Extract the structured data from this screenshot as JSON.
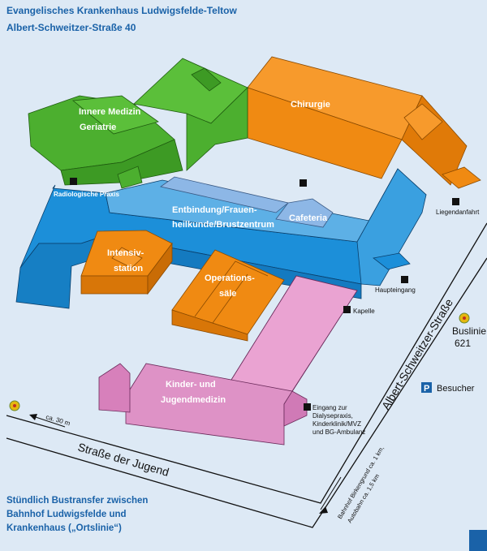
{
  "header": {
    "title": "Evangelisches Krankenhaus Ludwigsfelde-Teltow",
    "address": "Albert-Schweitzer-Straße 40"
  },
  "buildings": {
    "innere_medizin": [
      "Innere Medizin",
      "Geriatrie"
    ],
    "chirurgie": "Chirurgie",
    "entbindung": [
      "Entbindung/Frauen-",
      "heilkunde/Brustzentrum"
    ],
    "cafeteria": "Cafeteria",
    "intensiv": [
      "Intensiv-",
      "station"
    ],
    "operation": [
      "Operations-",
      "säle"
    ],
    "kinder": [
      "Kinder- und",
      "Jugendmedizin"
    ]
  },
  "markers": {
    "radiologie": "Radiologische Praxis",
    "liegendanfahrt": "Liegendanfahrt",
    "haupteingang": "Haupteingang",
    "kapelle": "Kapelle",
    "eingang": [
      "Eingang zur",
      "Dialysepraxis,",
      "Kinderklinik/MVZ",
      "und BG-Ambulanz"
    ]
  },
  "streets": {
    "albert": "Albert-Schweitzer-Straße",
    "jugend": "Straße der Jugend",
    "bahnhof": "Bahnhof Birkengrund ca. 1 km,",
    "autobahn": "Autobahn ca. 1,5 km",
    "distance": "ca. 30 m"
  },
  "bus": {
    "line1": "Buslinie",
    "line2": "621"
  },
  "parking": {
    "symbol": "P",
    "label": "Besucher"
  },
  "footer": [
    "Stündlich Bustransfer zwischen",
    "Bahnhof Ludwigsfelde und",
    "Krankenhaus („Ortslinie“)"
  ],
  "colors": {
    "background": "#dde9f5",
    "innere_medizin": "#4caf2f",
    "chirurgie": "#f08a12",
    "entbindung": "#1c8fd9",
    "cafeteria": "#8db7e6",
    "kinder": "#de92c6",
    "heading": "#1a62a8"
  }
}
